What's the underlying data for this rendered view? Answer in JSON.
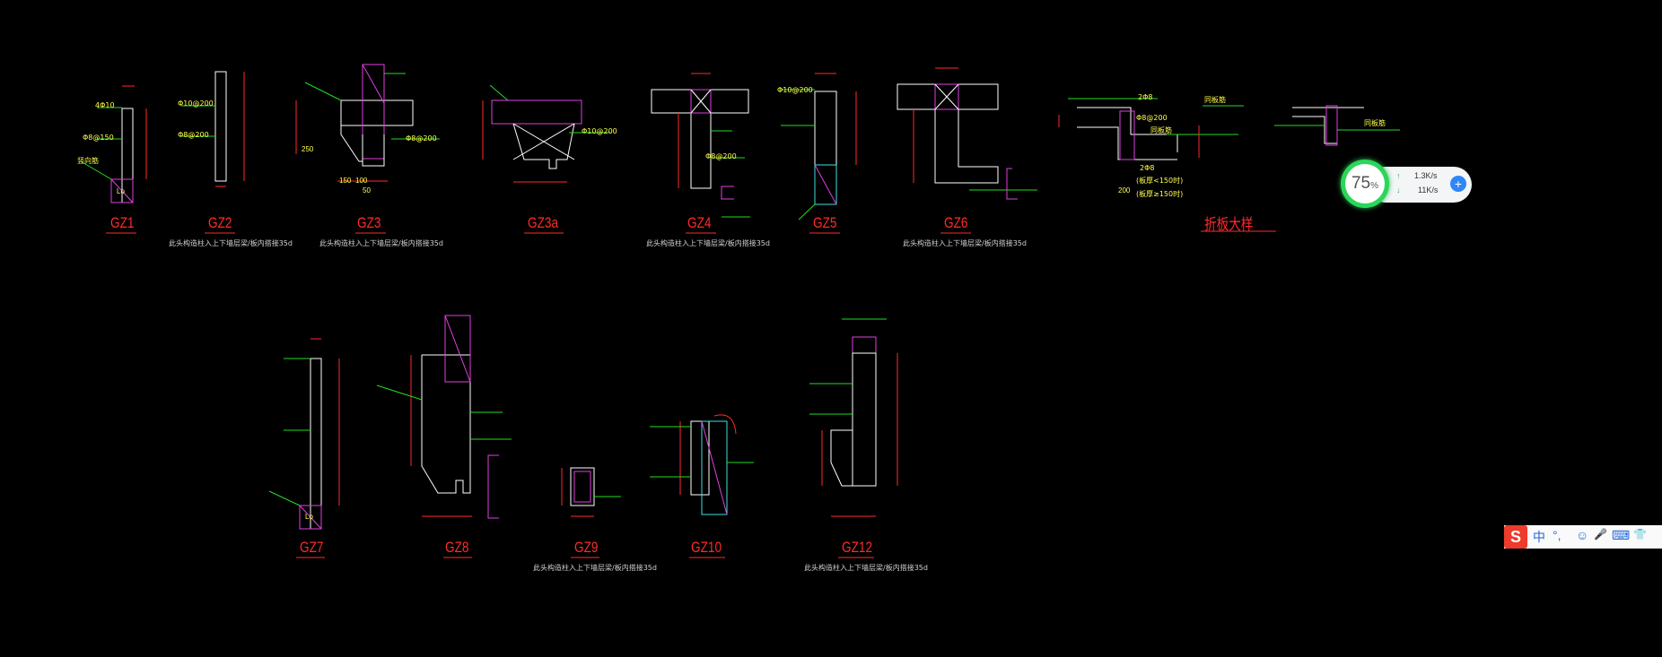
{
  "labels": {
    "gz1": "GZ1",
    "gz2": "GZ2",
    "gz3": "GZ3",
    "gz3a": "GZ3a",
    "gz4": "GZ4",
    "gz5": "GZ5",
    "gz6": "GZ6",
    "fold_detail": "折板大样",
    "gz7": "GZ7",
    "gz8": "GZ8",
    "gz9": "GZ9",
    "gz10": "GZ10",
    "gz12": "GZ12"
  },
  "notes": {
    "n_gz2": "此头构造柱入上下墙层梁/板内搭接35d",
    "n_gz3": "此头构造柱入上下墙层梁/板内搭接35d",
    "n_gz4": "此头构造柱入上下墙层梁/板内搭接35d",
    "n_gz6": "此头构造柱入上下墙层梁/板内搭接35d",
    "n_gz9": "此头构造柱入上下墙层梁/板内搭接35d",
    "n_gz12": "此头构造柱入上下墙层梁/板内搭接35d"
  },
  "annotations": {
    "a1": "4Φ10",
    "a2": "Φ8@150",
    "a3": "竖向筋",
    "a4": "Φ10@200",
    "a5": "Φ8@200",
    "a6": "Φ8@200",
    "a7": "Φ10@200",
    "a8": "Φ8@200",
    "a9": "Φ10@200",
    "a10": "150",
    "a11": "100",
    "a12": "50",
    "a13": "250",
    "a14": "200",
    "lo": "Lo",
    "a15": "2Φ8",
    "a16": "Φ8@200",
    "a17": "同板筋",
    "a18": "2Φ8",
    "a19": "(板厚<150时)",
    "a20": "(板厚≥150时)",
    "a21": "同板筋",
    "a22": "同板筋"
  },
  "speed_widget": {
    "percent": "75",
    "percent_unit": "%",
    "upload_arrow": "↑",
    "upload": "1.3K/s",
    "download_arrow": "↓",
    "download": "11K/s",
    "plus": "+",
    "ring_color": "#2bd65a"
  },
  "ime_bar": {
    "logo": "S",
    "lang": "中",
    "punct": "°,",
    "emoji": "☺",
    "voice": "🎤",
    "keyboard": "⌨",
    "skin": "👕"
  },
  "colors": {
    "background": "#000000",
    "label_red": "#ff2a2a",
    "dim_yellow": "#ffff4a",
    "leader_green": "#22dd22",
    "outline_white": "#ffffff",
    "hatch_magenta": "#e040e0",
    "cyan": "#40e0e0"
  }
}
